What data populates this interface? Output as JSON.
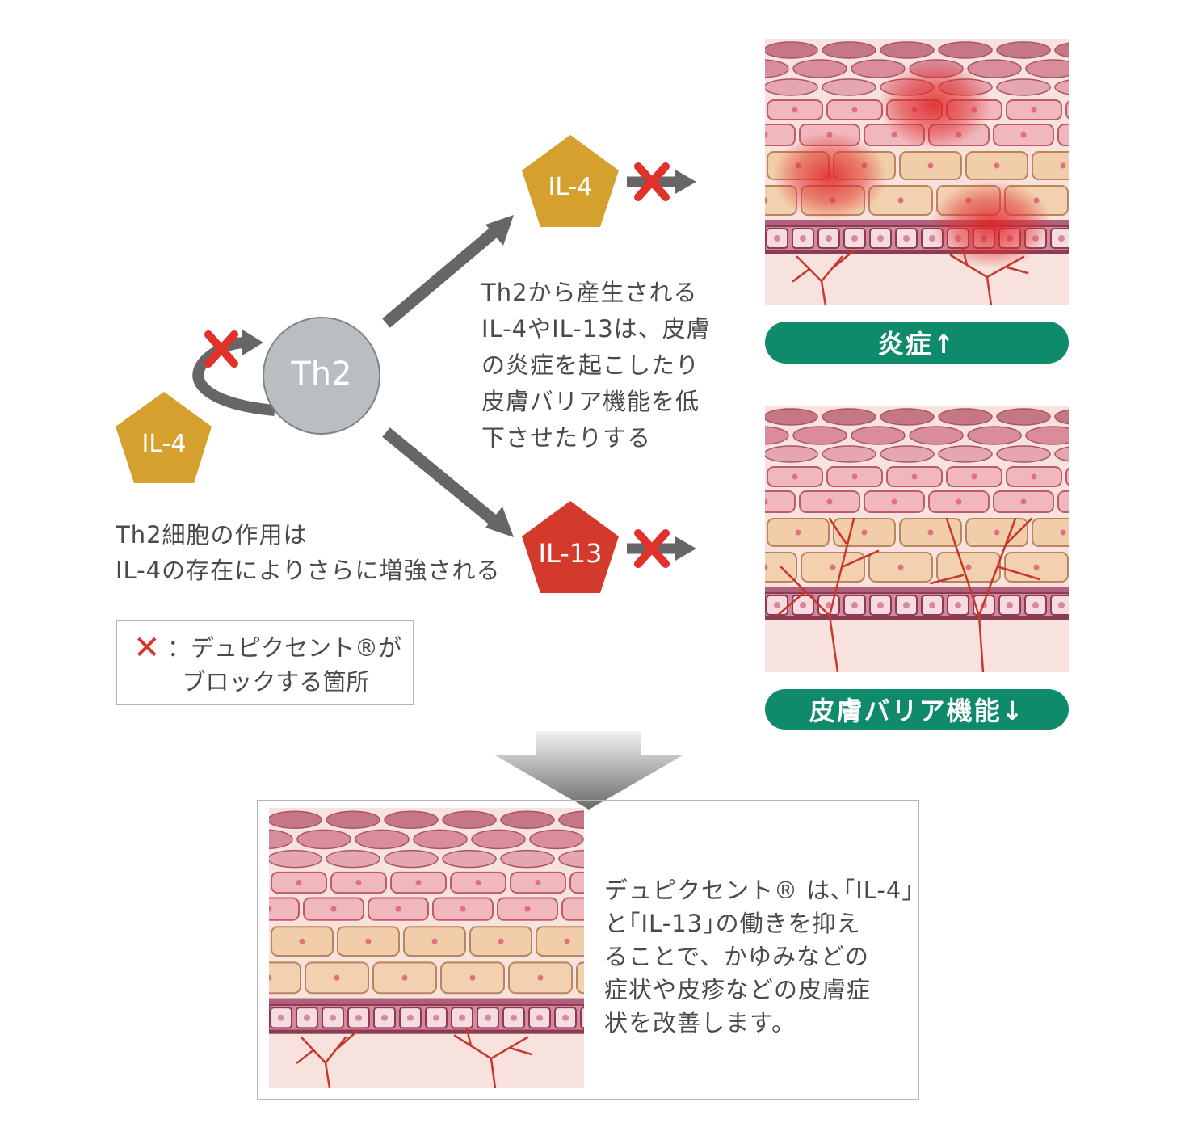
{
  "nodes": {
    "th2": "Th2",
    "il4_left": "IL-4",
    "il4_top": "IL-4",
    "il13": "IL-13"
  },
  "texts": {
    "th2_effect": "Th2細胞の作用は\nIL-4の存在によりさらに増強される",
    "production": "Th2から産生される\nIL-4やIL-13は、皮膚\nの炎症を起こしたり\n皮膚バリア機能を低\n下させたりする",
    "result": "デュピクセント® は､｢IL-4｣\nと｢IL-13｣の働きを抑え\nることで、かゆみなどの\n症状や皮疹などの皮膚症\n状を改善します。"
  },
  "labels": {
    "inflammation": "炎症↑",
    "barrier": "皮膚バリア機能↓"
  },
  "legend": {
    "mark": "✕",
    "text": "：デュピクセント®が\n  ブロックする箇所"
  },
  "colors": {
    "il4": "#d6a02e",
    "il13": "#d33a2c",
    "th2": "#b9bec0",
    "arrow": "#666666",
    "block": "#e0312a",
    "pill": "#0f8a6a",
    "skin_top": "#d98c9a",
    "skin_mid": "#f0b8bd",
    "skin_beige": "#f1cda9",
    "dermis": "#f8e2de",
    "vessel": "#c8372c"
  }
}
